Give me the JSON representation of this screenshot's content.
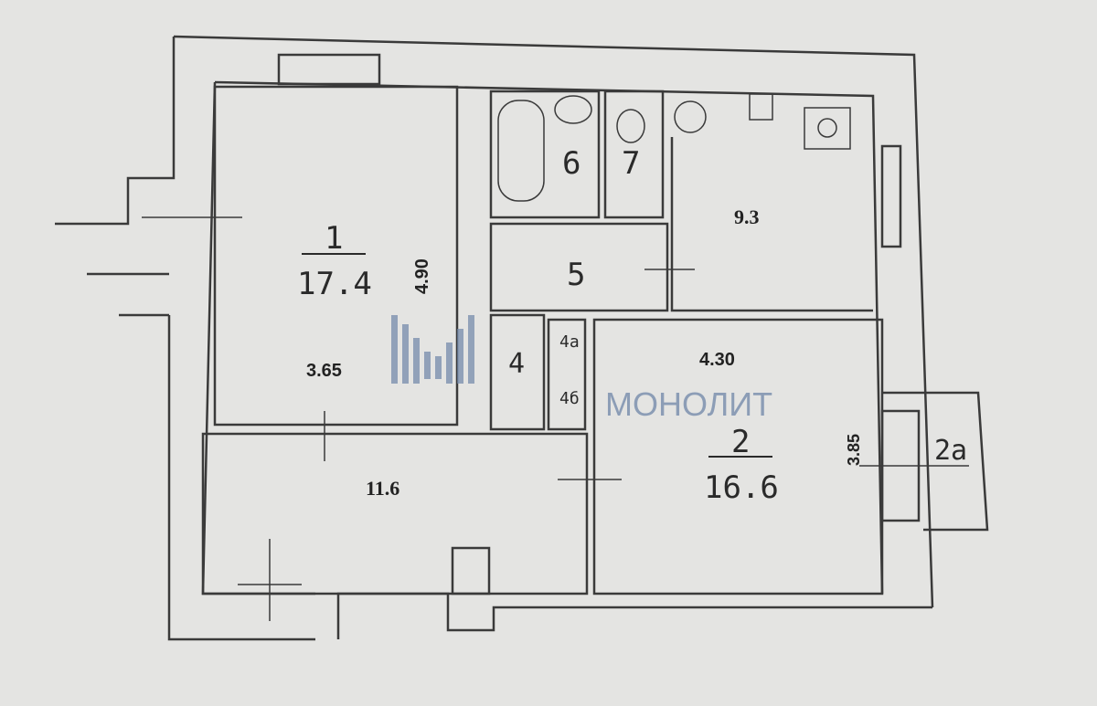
{
  "rooms": {
    "r1": {
      "number": "1",
      "area": "17.4",
      "length": "4.90",
      "width": "3.65"
    },
    "r2": {
      "number": "2",
      "area": "16.6",
      "length": "4.30",
      "width": "3.85"
    },
    "r2a": {
      "number": "2а"
    },
    "r4": {
      "number": "4"
    },
    "r4a": {
      "number": "4а"
    },
    "r4b": {
      "number": "4б"
    },
    "r5": {
      "number": "5"
    },
    "r6": {
      "number": "6"
    },
    "r7": {
      "number": "7"
    },
    "kitchen": {
      "area": "9.3"
    },
    "room_bottom": {
      "area": "11.6"
    }
  },
  "watermark": {
    "text": "МОНОЛИТ",
    "colors": [
      "#6f86a8",
      "#e89a6e"
    ]
  }
}
